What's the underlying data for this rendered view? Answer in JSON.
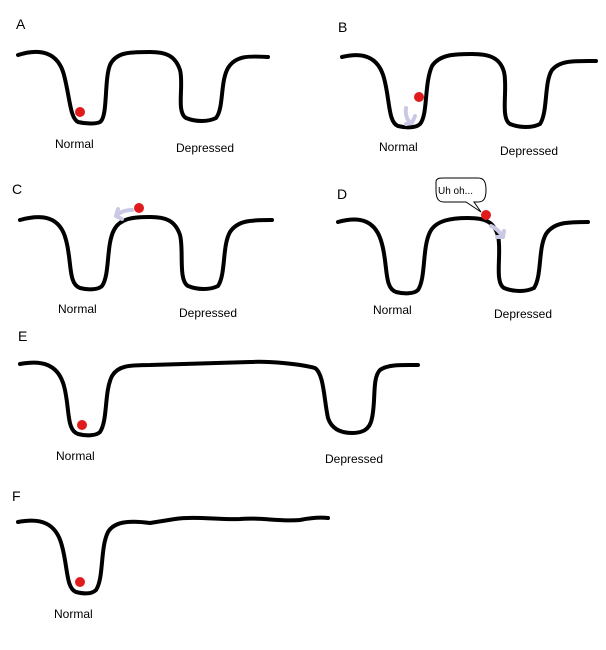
{
  "colors": {
    "line": "#000000",
    "ball": "#e01b1b",
    "arrow": "#c9c9e6",
    "background": "#ffffff"
  },
  "icons": {
    "ball": "red-ball-icon",
    "arrow": "motion-arrow-icon",
    "speech": "speech-bubble-icon"
  },
  "panels": [
    {
      "letter": "A",
      "labels": [
        "Normal",
        "Depressed"
      ]
    },
    {
      "letter": "B",
      "labels": [
        "Normal",
        "Depressed"
      ]
    },
    {
      "letter": "C",
      "labels": [
        "Normal",
        "Depressed"
      ]
    },
    {
      "letter": "D",
      "labels": [
        "Normal",
        "Depressed"
      ],
      "speech": "Uh oh..."
    },
    {
      "letter": "E",
      "labels": [
        "Normal",
        "Depressed"
      ]
    },
    {
      "letter": "F",
      "labels": [
        "Normal"
      ]
    }
  ]
}
